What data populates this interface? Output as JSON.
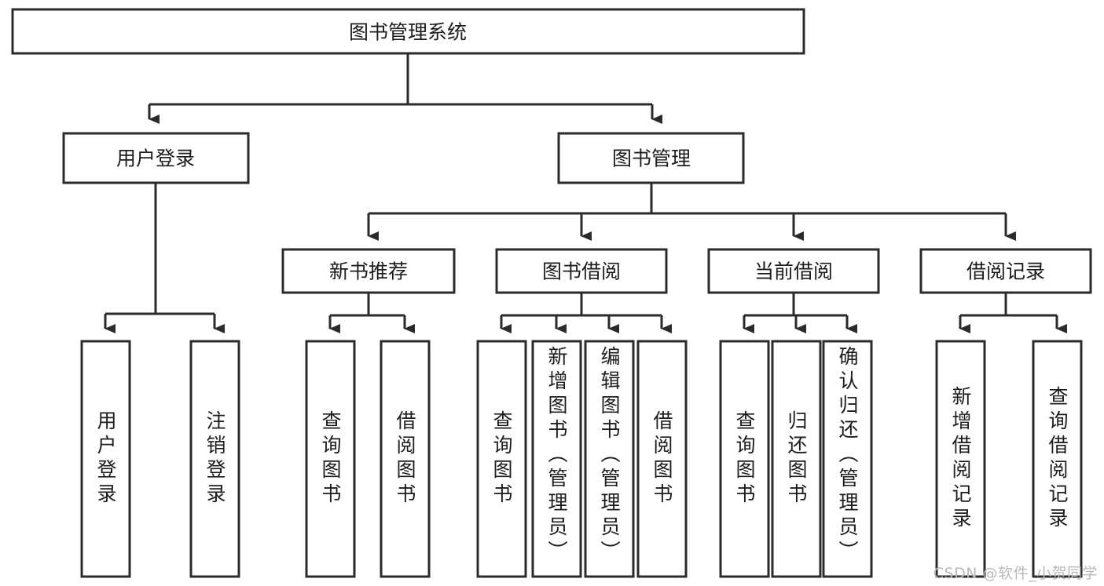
{
  "diagram": {
    "title": "图书管理系统",
    "type": "tree",
    "colors": {
      "box_stroke": "#2b2b2b",
      "box_fill": "#ffffff",
      "connector": "#2b2b2b",
      "text": "#1c1c1c",
      "watermark": "#b9b9b9",
      "background": "#ffffff"
    },
    "root": {
      "label": "图书管理系统"
    },
    "level2": [
      {
        "label": "用户登录"
      },
      {
        "label": "图书管理"
      }
    ],
    "level3": [
      {
        "label": "新书推荐"
      },
      {
        "label": "图书借阅"
      },
      {
        "label": "当前借阅"
      },
      {
        "label": "借阅记录"
      }
    ],
    "leaves": {
      "user_login": [
        {
          "label": "用户登录"
        },
        {
          "label": "注销登录"
        }
      ],
      "new_book_recommend": [
        {
          "label": "查询图书"
        },
        {
          "label": "借阅图书"
        }
      ],
      "book_borrow": [
        {
          "label": "查询图书"
        },
        {
          "label": "新增图书（管理员）"
        },
        {
          "label": "编辑图书（管理员）"
        },
        {
          "label": "借阅图书"
        }
      ],
      "current_borrow": [
        {
          "label": "查询图书"
        },
        {
          "label": "归还图书"
        },
        {
          "label": "确认归还（管理员）"
        }
      ],
      "borrow_record": [
        {
          "label": "新增借阅记录"
        },
        {
          "label": "查询借阅记录"
        }
      ]
    },
    "watermark": "CSDN @软件_小贺同学"
  }
}
